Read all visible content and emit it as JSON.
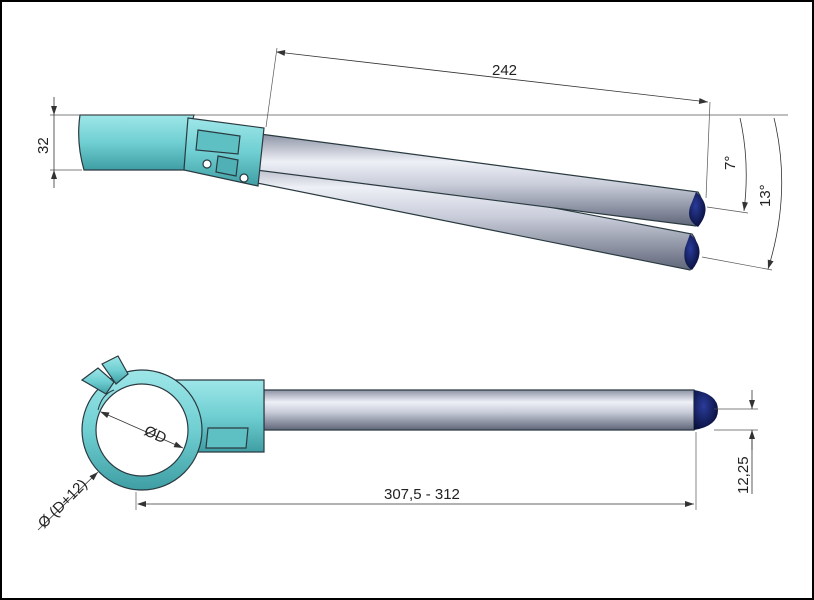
{
  "dimensions": {
    "length_top": "242",
    "height_clamp": "32",
    "angle_small": "7°",
    "angle_large": "13°",
    "diameter_inner": "ØD",
    "diameter_outer": "Ø (D+12)",
    "length_bottom": "307,5 - 312",
    "offset": "12,25"
  },
  "colors": {
    "clamp": "#7ed6d8",
    "clamp_dark": "#2f8f94",
    "tube": "#c5cad8",
    "tube_dark": "#6c7488",
    "end_cap": "#0e1a5a",
    "dim_line": "#333333"
  }
}
